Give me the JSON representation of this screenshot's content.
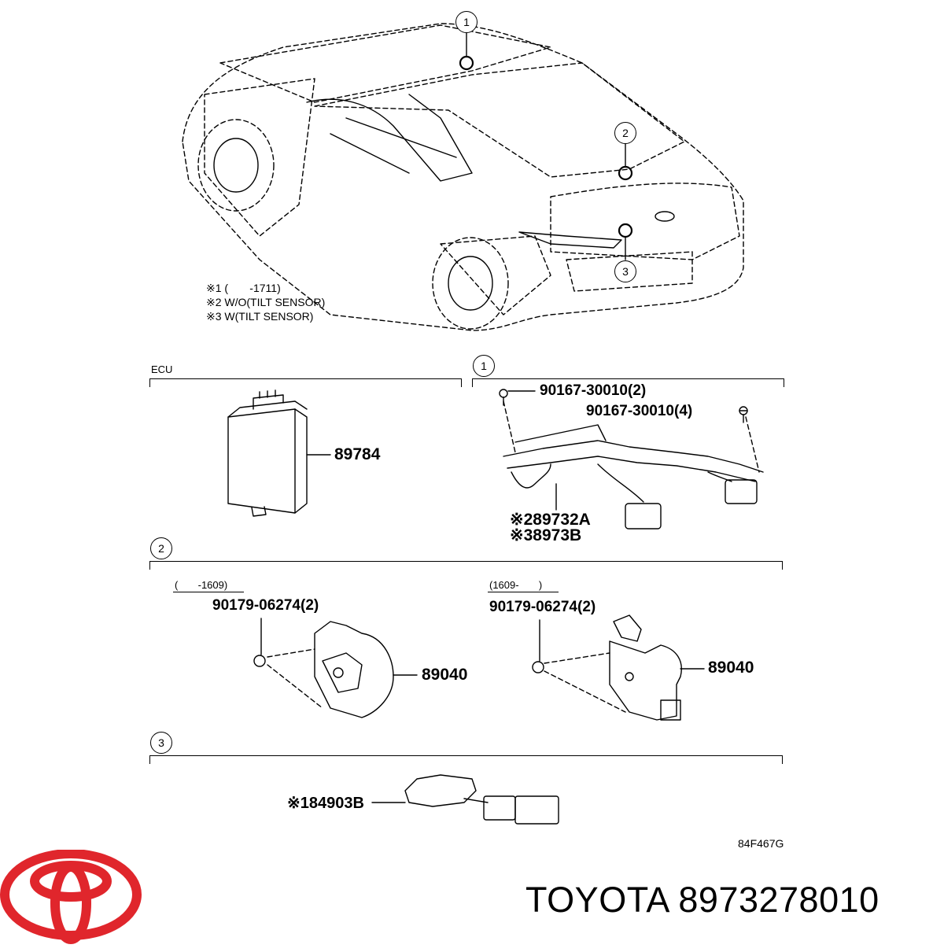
{
  "diagram": {
    "callouts": [
      "1",
      "2",
      "3"
    ],
    "notes": [
      "※1 (       -1711)",
      "※2 W/O(TILT SENSOR)",
      "※3 W(TILT SENSOR)"
    ],
    "sections": {
      "ecu": {
        "label": "ECU",
        "part": "89784"
      },
      "one": {
        "marker": "1",
        "bolt_left": "90167-30010(2)",
        "bolt_right": "90167-30010(4)",
        "part_a": "※289732A",
        "part_b": "※38973B"
      },
      "two": {
        "marker": "2",
        "range_left": "(       -1609)",
        "range_right": "(1609-       )",
        "nut_left": "90179-06274(2)",
        "nut_right": "90179-06274(2)",
        "part_left": "89040",
        "part_right": "89040"
      },
      "three": {
        "marker": "3",
        "part": "※184903B"
      }
    },
    "figure_code": "84F467G"
  },
  "brand": {
    "name": "TOYOTA",
    "part_number": "8973278010",
    "logo_color": "#e0262c"
  }
}
